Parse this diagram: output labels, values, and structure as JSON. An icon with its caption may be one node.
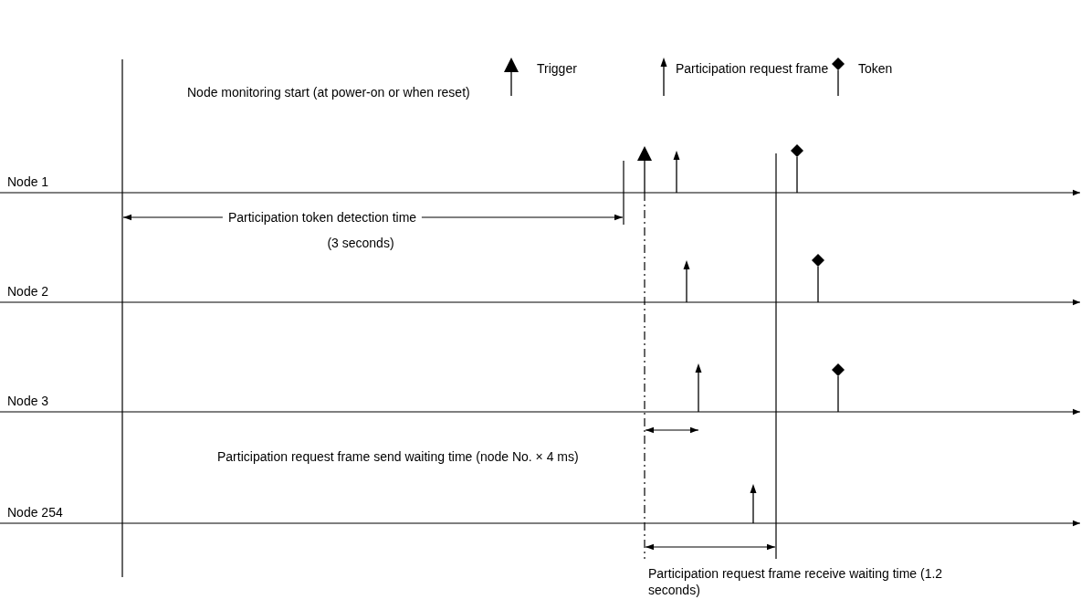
{
  "diagram": {
    "labels": [
      "Node monitoring start (at power-on or when reset)",
      "Node 1",
      "Participation token detection time",
      "(3 seconds)",
      "Node 2",
      "Node 3",
      "Participation request frame send waiting time (node No. × 4 ms)",
      "Node 254",
      "Participation request frame receive waiting time (1.2 seconds)"
    ],
    "legend": [
      {
        "text": "Trigger"
      },
      {
        "text": "Participation request frame"
      },
      {
        "text": "Token"
      }
    ]
  }
}
